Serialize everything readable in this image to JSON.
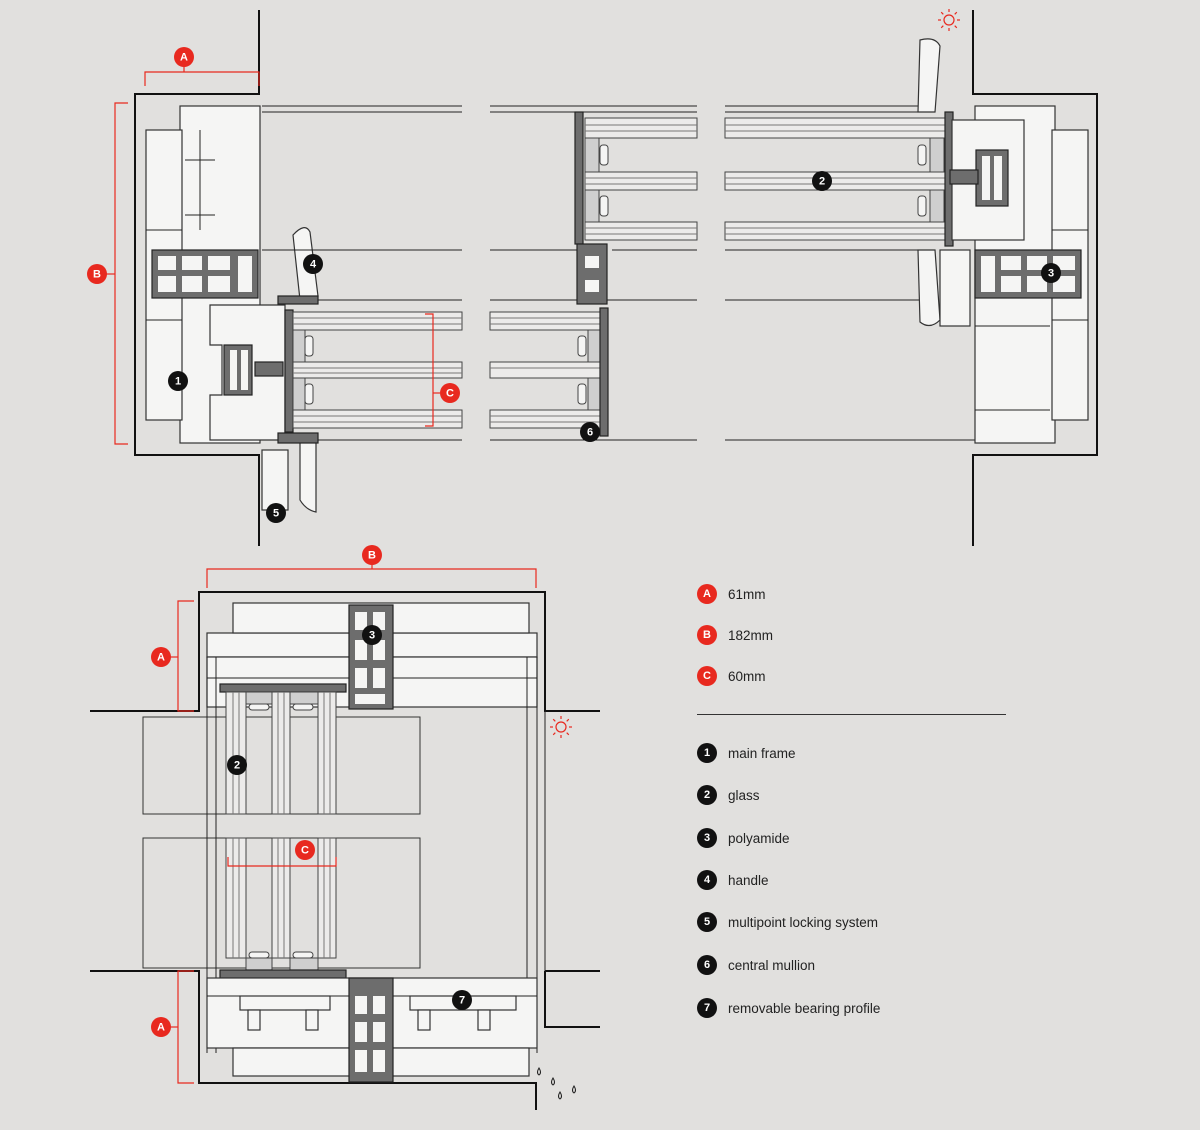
{
  "dimensions": [
    {
      "tag": "A",
      "value": "61mm"
    },
    {
      "tag": "B",
      "value": "182mm"
    },
    {
      "tag": "C",
      "value": "60mm"
    }
  ],
  "components": [
    {
      "num": "1",
      "label": "main frame"
    },
    {
      "num": "2",
      "label": "glass"
    },
    {
      "num": "3",
      "label": "polyamide"
    },
    {
      "num": "4",
      "label": "handle"
    },
    {
      "num": "5",
      "label": "multipoint locking system"
    },
    {
      "num": "6",
      "label": "central mullion"
    },
    {
      "num": "7",
      "label": "removable bearing profile"
    }
  ],
  "colors": {
    "accent": "#e8291f",
    "marker": "#111111",
    "background": "#e1e0de"
  },
  "icons": [
    "sun-icon",
    "rain-drops-icon"
  ]
}
